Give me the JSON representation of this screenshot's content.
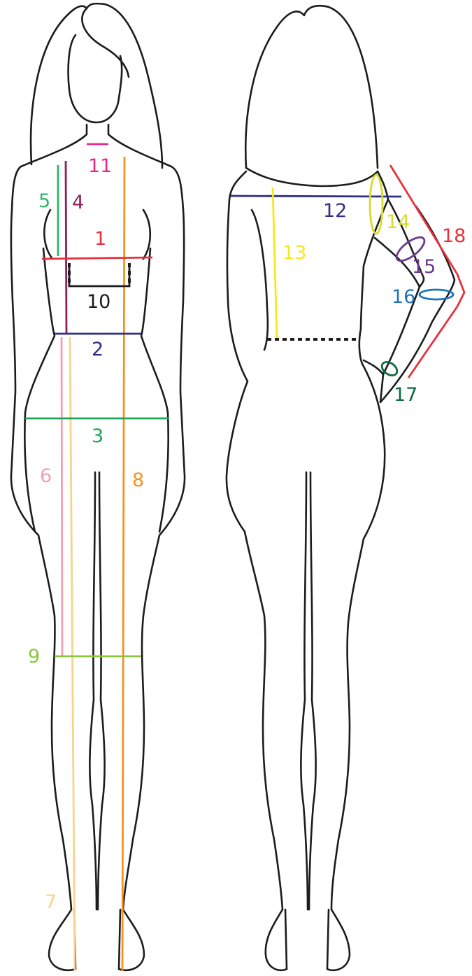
{
  "colors": {
    "outline": "#1c1c1c",
    "m1": "#e8313c",
    "m2": "#2e2f86",
    "m3": "#1fa45a",
    "m4": "#8e1f5b",
    "m5": "#2fb56b",
    "m6": "#f2a0ad",
    "m7": "#f7d489",
    "m8": "#f39322",
    "m9": "#8cc63f",
    "m10": "#1c1c1c",
    "m11": "#e6288d",
    "m12": "#2e2f86",
    "m13": "#f3ea1b",
    "m14": "#d6dc2a",
    "m15": "#6d3b91",
    "m16": "#1d74bb",
    "m17": "#0e6a3b",
    "m18": "#e8313c"
  },
  "labels": {
    "m1": "1",
    "m2": "2",
    "m3": "3",
    "m4": "4",
    "m5": "5",
    "m6": "6",
    "m7": "7",
    "m8": "8",
    "m9": "9",
    "m10": "10",
    "m11": "11",
    "m12": "12",
    "m13": "13",
    "m14": "14",
    "m15": "15",
    "m16": "16",
    "m17": "17",
    "m18": "18"
  }
}
